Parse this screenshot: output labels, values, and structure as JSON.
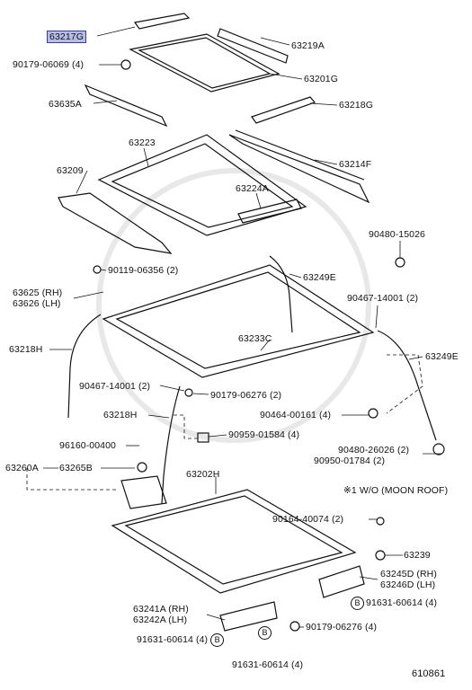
{
  "parts": {
    "p63217G": "63217G",
    "p63219A": "63219A",
    "p90179_06069": "90179-06069 (4)",
    "p63201G": "63201G",
    "p63635A": "63635A",
    "p63218G": "63218G",
    "p63223": "63223",
    "p63214F": "63214F",
    "p63209": "63209",
    "p63224A": "63224A",
    "p90480_15026": "90480-15026",
    "p90119_06356": "90119-06356 (2)",
    "p63249E_top": "63249E",
    "p63625": "63625 (RH)",
    "p63626": "63626 (LH)",
    "p90467_14001_r": "90467-14001 (2)",
    "p63218H_left": "63218H",
    "p63233C": "63233C",
    "p63249E_right": "63249E",
    "p90467_14001_l": "90467-14001 (2)",
    "p90179_06276_mid": "90179-06276 (2)",
    "p63218H_mid": "63218H",
    "p90464_00161": "90464-00161 (4)",
    "p90959_01584": "90959-01584 (4)",
    "p96160_00400": "96160-00400",
    "p63260A": "63260A",
    "p63265B": "63265B",
    "p90480_26026": "90480-26026 (2)",
    "p90950_01784": "90950-01784 (2)",
    "p63202H": "63202H",
    "note": "※1 W/O (MOON ROOF)",
    "p90164_40074": "90164-40074 (2)",
    "p63239": "63239",
    "p63245D": "63245D (RH)",
    "p63246D": "63246D (LH)",
    "p91631_60614_r": "91631-60614 (4)",
    "p63241A": "63241A (RH)",
    "p63242A": "63242A (LH)",
    "p90179_06276_bot": "90179-06276 (4)",
    "p91631_60614_l": "91631-60614 (4)",
    "p91631_60614_b": "91631-60614 (4)",
    "diagram_no": "610861"
  },
  "symbols": {
    "star1": "※1",
    "bolt_b": "B"
  },
  "colors": {
    "highlight": "#b8bde8",
    "line": "#111111"
  }
}
